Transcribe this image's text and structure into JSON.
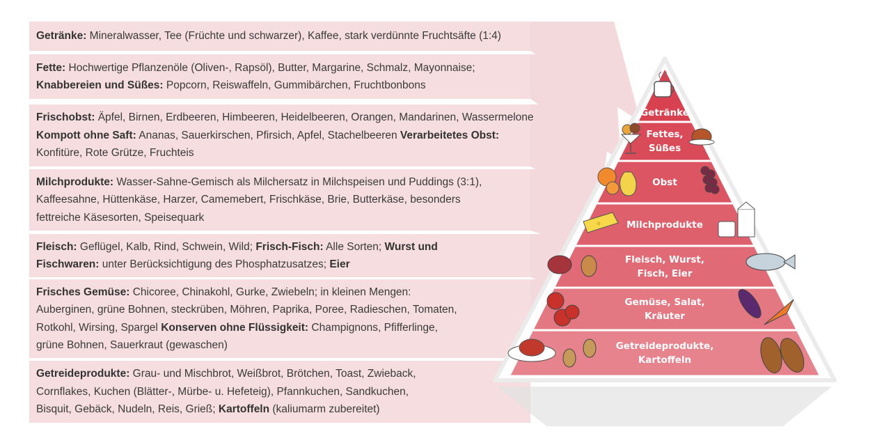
{
  "panels": [
    {
      "id": "getraenke",
      "lines": [
        [
          {
            "b": true,
            "t": "Getränke:"
          },
          {
            "b": false,
            "t": " Mineralwasser, Tee (Früchte und schwarzer), Kaffee, stark verdünnte Fruchtsäfte (1:4)"
          }
        ]
      ]
    },
    {
      "id": "fette",
      "lines": [
        [
          {
            "b": true,
            "t": "Fette:"
          },
          {
            "b": false,
            "t": " Hochwertige Pflanzenöle (Oliven-, Rapsöl), Butter, Margarine, Schmalz, Mayonnaise;"
          }
        ],
        [
          {
            "b": true,
            "t": "Knabbereien und Süßes:"
          },
          {
            "b": false,
            "t": " Popcorn, Reiswaffeln, Gummibärchen, Fruchtbonbons"
          }
        ]
      ]
    },
    {
      "id": "obst",
      "lines": [
        [
          {
            "b": true,
            "t": "Frischobst:"
          },
          {
            "b": false,
            "t": " Äpfel, Birnen, Erdbeeren, Himbeeren, Heidelbeeren, Orangen, Mandarinen, Wassermelone"
          }
        ],
        [
          {
            "b": true,
            "t": "Kompott ohne Saft:"
          },
          {
            "b": false,
            "t": " Ananas, Sauerkirschen, Pfirsich, Apfel, Stachelbeeren "
          },
          {
            "b": true,
            "t": "Verarbeitetes Obst:"
          }
        ],
        [
          {
            "b": false,
            "t": "Konfitüre, Rote Grütze, Fruchteis"
          }
        ]
      ]
    },
    {
      "id": "milch",
      "lines": [
        [
          {
            "b": true,
            "t": "Milchprodukte:"
          },
          {
            "b": false,
            "t": " Wasser-Sahne-Gemisch als Milchersatz in Milchspeisen und Puddings (3:1),"
          }
        ],
        [
          {
            "b": false,
            "t": "Kaffeesahne, Hüttenkäse, Harzer, Camemebert, Frischkäse, Brie, Butterkäse, besonders"
          }
        ],
        [
          {
            "b": false,
            "t": "fettreiche Käsesorten, Speisequark"
          }
        ]
      ]
    },
    {
      "id": "fleisch",
      "lines": [
        [
          {
            "b": true,
            "t": "Fleisch:"
          },
          {
            "b": false,
            "t": " Geflügel, Kalb, Rind, Schwein, Wild; "
          },
          {
            "b": true,
            "t": "Frisch-Fisch:"
          },
          {
            "b": false,
            "t": " Alle Sorten; "
          },
          {
            "b": true,
            "t": "Wurst und"
          }
        ],
        [
          {
            "b": true,
            "t": "Fischwaren:"
          },
          {
            "b": false,
            "t": " unter Berücksichtigung des Phosphatzusatzes; "
          },
          {
            "b": true,
            "t": "Eier"
          }
        ]
      ]
    },
    {
      "id": "gemuese",
      "lines": [
        [
          {
            "b": true,
            "t": "Frisches Gemüse:"
          },
          {
            "b": false,
            "t": " Chicoree, Chinakohl, Gurke, Zwiebeln; in kleinen Mengen:"
          }
        ],
        [
          {
            "b": false,
            "t": "Auberginen, grüne Bohnen, steckrüben, Möhren, Paprika, Poree, Radieschen, Tomaten,"
          }
        ],
        [
          {
            "b": false,
            "t": "Rotkohl, Wirsing, Spargel "
          },
          {
            "b": true,
            "t": "Konserven ohne Flüssigkeit:"
          },
          {
            "b": false,
            "t": " Champignons, Pfifferlinge,"
          }
        ],
        [
          {
            "b": false,
            "t": "grüne Bohnen, Sauerkraut (gewaschen)"
          }
        ]
      ]
    },
    {
      "id": "getreide",
      "lines": [
        [
          {
            "b": true,
            "t": "Getreideprodukte:"
          },
          {
            "b": false,
            "t": " Grau- und Mischbrot, Weißbrot, Brötchen, Toast, Zwieback,"
          }
        ],
        [
          {
            "b": false,
            "t": "Cornflakes, Kuchen (Blätter-, Mürbe- u. Hefeteig), Pfannkuchen, Sandkuchen,"
          }
        ],
        [
          {
            "b": false,
            "t": "Bisquit, Gebäck, Nudeln, Reis, Grieß; "
          },
          {
            "b": true,
            "t": "Kartoffeln"
          },
          {
            "b": false,
            "t": " (kaliumarm zubereitet)"
          }
        ]
      ]
    }
  ],
  "pyramid": {
    "levels": [
      {
        "id": "getraenke",
        "label": [
          "Getränke"
        ],
        "color": "#d8414f"
      },
      {
        "id": "fette",
        "label": [
          "Fettes,",
          "Süßes"
        ],
        "color": "#d94b58"
      },
      {
        "id": "obst",
        "label": [
          "Obst"
        ],
        "color": "#db5563"
      },
      {
        "id": "milch",
        "label": [
          "Milchprodukte"
        ],
        "color": "#de606d"
      },
      {
        "id": "fleisch",
        "label": [
          "Fleisch, Wurst,",
          "Fisch, Eier"
        ],
        "color": "#e06b77"
      },
      {
        "id": "gemuese",
        "label": [
          "Gemüse, Salat,",
          "Kräuter"
        ],
        "color": "#e37782"
      },
      {
        "id": "getreide",
        "label": [
          "Getreideprodukte,",
          "Kartoffeln"
        ],
        "color": "#e6838d"
      }
    ]
  },
  "colors": {
    "panel": "#f6dde0",
    "connector": "#f4d9dc",
    "pyramid_outline": "#ebebeb",
    "shadow": "#e2e2e2"
  }
}
